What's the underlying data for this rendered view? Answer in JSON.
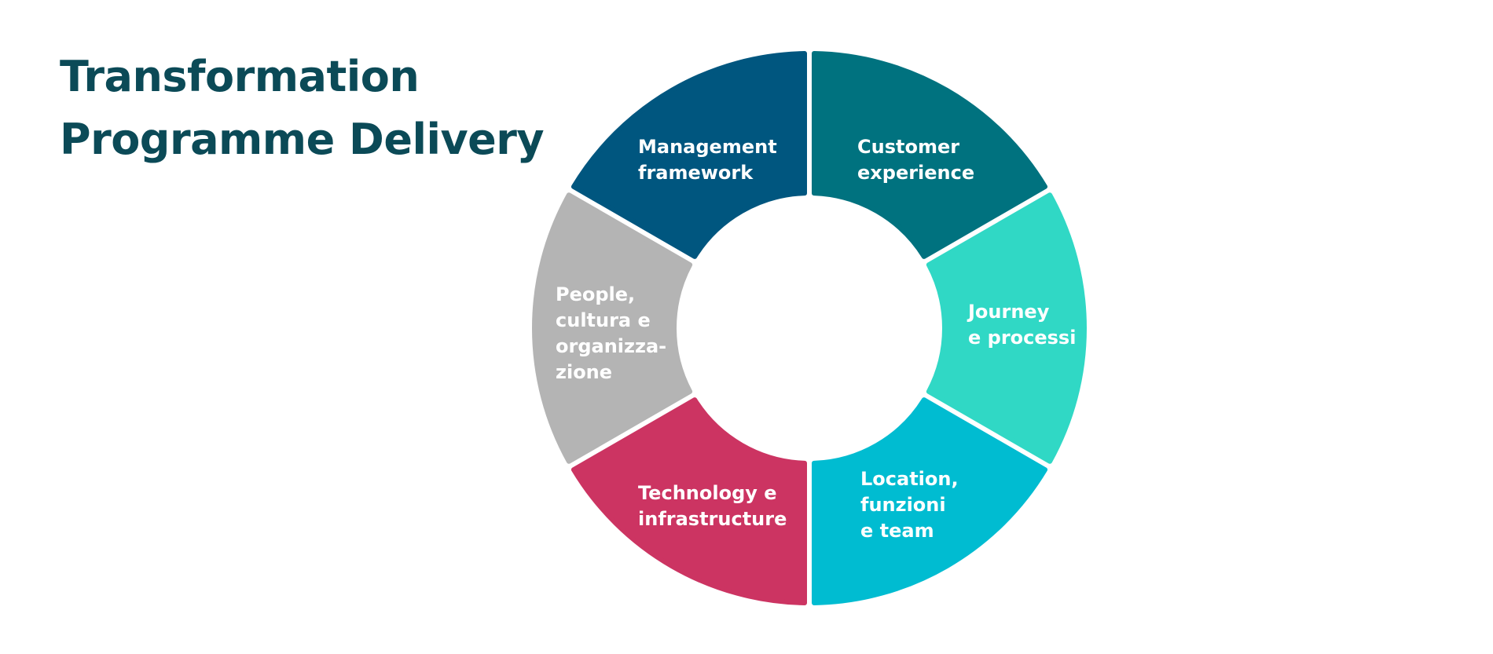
{
  "title": {
    "line1": "Transformation",
    "line2": "Programme Delivery"
  },
  "segments": [
    {
      "id": "customer-experience",
      "lines": [
        "Customer",
        "experience"
      ],
      "color": "#00727f"
    },
    {
      "id": "journey-processi",
      "lines": [
        "Journey",
        "e processi"
      ],
      "color": "#30d8c5"
    },
    {
      "id": "location-funzioni-team",
      "lines": [
        "Location,",
        "funzioni",
        "e team"
      ],
      "color": "#00bcd1"
    },
    {
      "id": "technology-infrastructure",
      "lines": [
        "Technology e",
        "infrastructure"
      ],
      "color": "#cc3462"
    },
    {
      "id": "people-cultura-organizzazione",
      "lines": [
        "People,",
        "cultura e",
        "organizza-",
        "zione"
      ],
      "color": "#b4b4b4"
    },
    {
      "id": "management-framework",
      "lines": [
        "Management",
        "framework"
      ],
      "color": "#00567f"
    }
  ]
}
